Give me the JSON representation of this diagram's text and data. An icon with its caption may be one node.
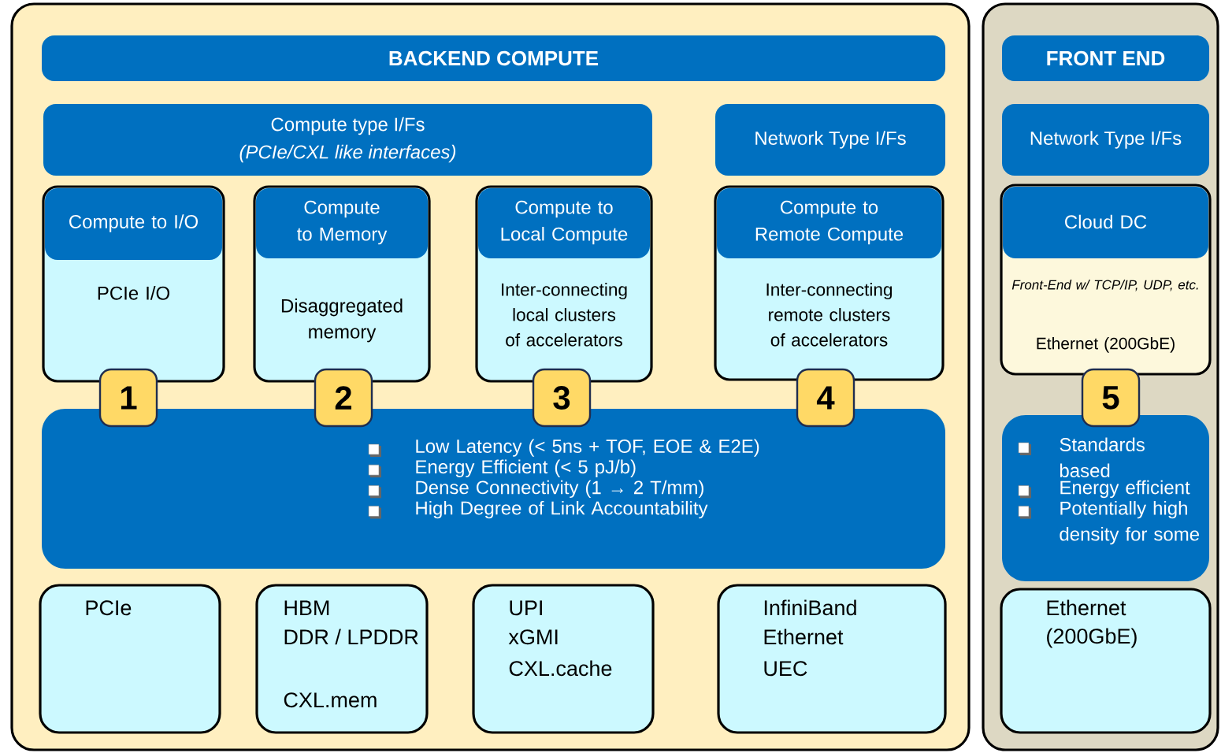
{
  "diagram": {
    "nodes": [
      {
        "text": [],
        "shape": "box"
      },
      {
        "text": [
          "BACKEND COMPUTE"
        ],
        "in": 0
      },
      {
        "text": [
          "Compute type I/Fs",
          "(PCIe/CXL like interfaces)"
        ],
        "in": 0
      },
      {
        "text": [
          "Network Type I/Fs"
        ],
        "in": 0
      },
      {
        "text": [
          "Compute to I/O",
          "PCIe I/O"
        ],
        "in": 0
      },
      {
        "text": [
          "Compute to Memory",
          "Disaggregated memory"
        ],
        "in": 0
      },
      {
        "text": [
          "Compute to Local Compute",
          "Inter-connecting local clusters of accelerators"
        ],
        "in": 0
      },
      {
        "text": [
          "Compute to Remote Compute",
          "Inter-connecting remote clusters of accelerators"
        ],
        "in": 0
      },
      {
        "text": [
          "1"
        ],
        "in": 0
      },
      {
        "text": [
          "2"
        ],
        "in": 0
      },
      {
        "text": [
          "3"
        ],
        "in": 0
      },
      {
        "text": [
          "4"
        ],
        "in": 0
      },
      {
        "text": [
          "Low Latency (< 5ns + TOF, EOE & E2E)",
          "Energy Efficient (< 5 pJ/b)",
          "Dense Connectivity (1 → 2 T/mm)",
          "High Degree of Link Accountability"
        ],
        "in": 0
      },
      {
        "text": [
          "PCIe"
        ],
        "in": 0
      },
      {
        "text": [
          "HBM",
          "DDR / LPDDR",
          "CXL.mem"
        ],
        "in": 0
      },
      {
        "text": [
          "UPI",
          "xGMI",
          "CXL.cache"
        ],
        "in": 0
      },
      {
        "text": [
          "InfiniBand",
          "Ethernet",
          "UEC"
        ],
        "in": 0
      },
      {
        "text": [],
        "shape": "box"
      },
      {
        "text": [
          "FRONT END"
        ],
        "in": 17
      },
      {
        "text": [
          "Network Type I/Fs"
        ],
        "in": 17
      },
      {
        "text": [
          "Cloud DC",
          "Front-End w/ TCP/IP, UDP, etc.",
          "Ethernet (200GbE)"
        ],
        "in": 17
      },
      {
        "text": [
          "5"
        ],
        "in": 17
      },
      {
        "text": [
          "Standards based",
          "Energy efficient",
          "Potentially high density for some"
        ],
        "in": 17
      },
      {
        "text": [
          "Ethernet",
          "(200GbE)"
        ],
        "in": 17
      }
    ]
  }
}
